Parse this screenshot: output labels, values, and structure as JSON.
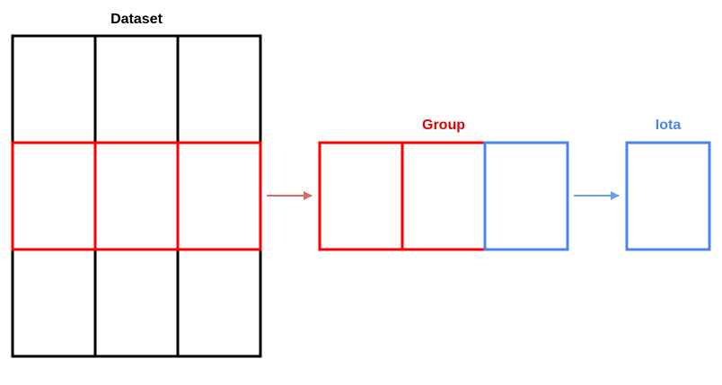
{
  "labels": {
    "dataset": "Dataset",
    "group": "Group",
    "iota": "Iota"
  },
  "colors": {
    "grid": "#000000",
    "highlight": "#ff0000",
    "group_label": "#e00000",
    "iota": "#4a86e8",
    "arrow_red": "#e06666",
    "arrow_blue": "#6d9eeb"
  }
}
